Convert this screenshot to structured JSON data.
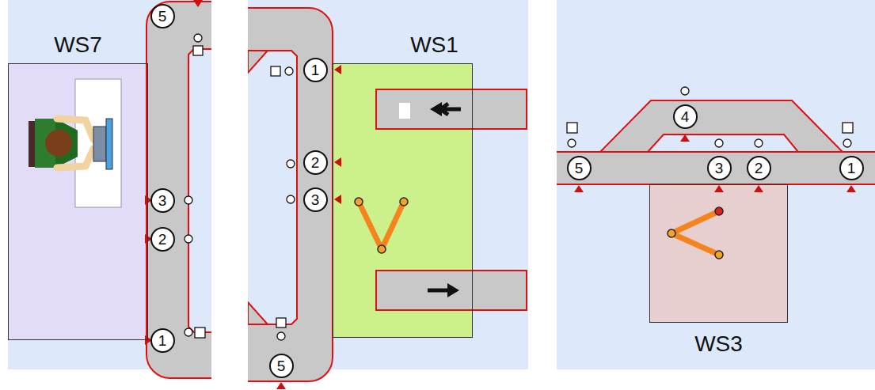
{
  "diagram": {
    "nodes": [
      {
        "text": [
          "WS7"
        ]
      },
      {
        "text": [
          "5"
        ]
      },
      {
        "text": [
          "3"
        ]
      },
      {
        "text": [
          "2"
        ]
      },
      {
        "text": [
          "1"
        ]
      },
      {
        "text": [
          "1"
        ]
      },
      {
        "text": [
          "WS1"
        ]
      },
      {
        "text": [
          "2"
        ]
      },
      {
        "text": [
          "3"
        ]
      },
      {
        "text": [
          "5"
        ]
      },
      {
        "text": [
          "4"
        ]
      },
      {
        "text": [
          "5"
        ]
      },
      {
        "text": [
          "3"
        ]
      },
      {
        "text": [
          "2"
        ]
      },
      {
        "text": [
          "1"
        ]
      },
      {
        "text": [
          "WS3"
        ]
      }
    ]
  }
}
